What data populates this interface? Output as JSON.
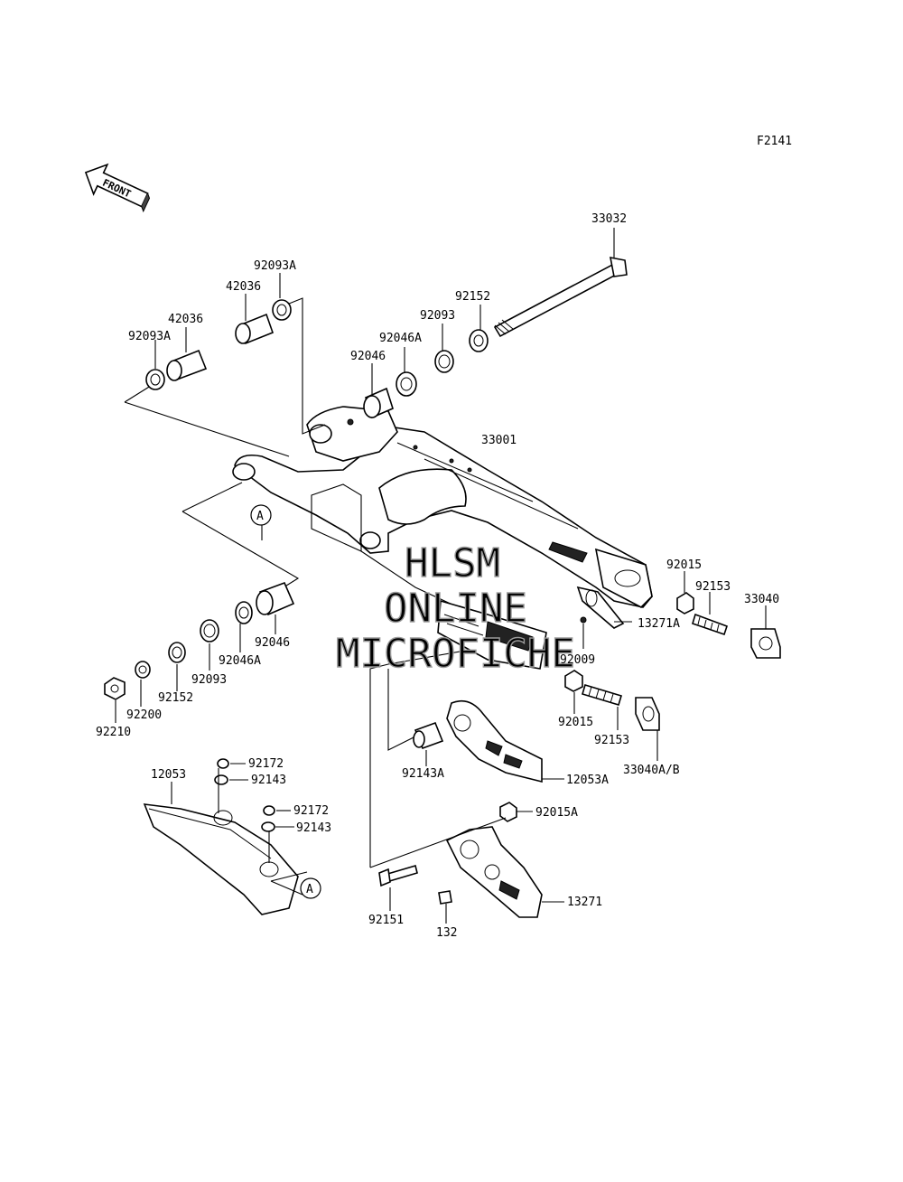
{
  "diagram_code": "F2141",
  "front_label": "FRONT",
  "watermark": [
    "HLSM",
    "ONLINE",
    "MICROFICHE"
  ],
  "reference_marker": "A",
  "part_numbers": [
    "33032",
    "92093A",
    "42036",
    "42036",
    "92093A",
    "92152",
    "92093",
    "92046A",
    "92046",
    "33001",
    "92015",
    "92153",
    "33040",
    "13271A",
    "92009",
    "92046",
    "92046A",
    "92093",
    "92152",
    "92200",
    "92210",
    "92015",
    "92153",
    "33040A/B",
    "92143A",
    "12053A",
    "92172",
    "92143",
    "12053",
    "92172",
    "92143",
    "92015A",
    "13271",
    "92151",
    "132"
  ]
}
